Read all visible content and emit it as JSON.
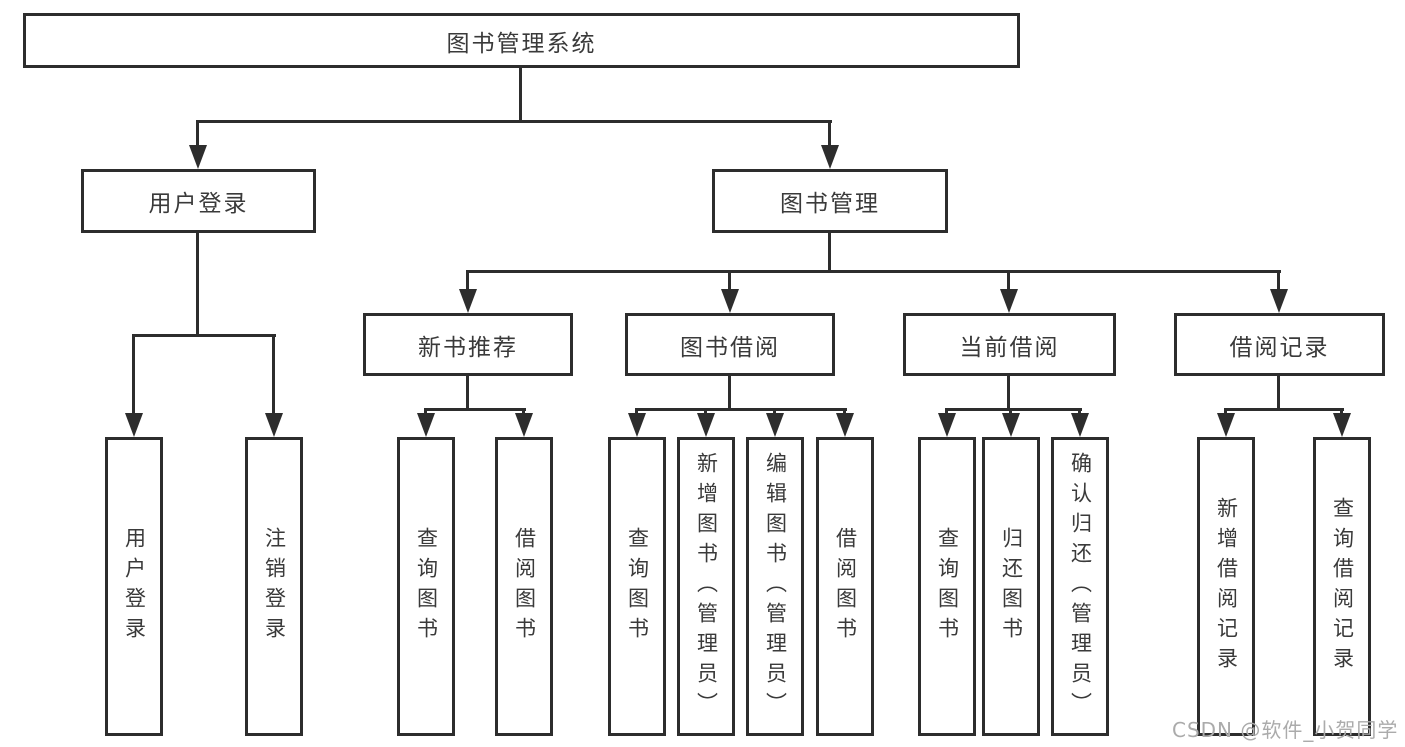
{
  "colors": {
    "line": "#2d2d2d",
    "border": "#2d2d2d",
    "text": "#3a3a3a",
    "background": "#ffffff",
    "watermark": "#ababab"
  },
  "tree": {
    "root": "图书管理系统",
    "login": {
      "label": "用户登录",
      "children": [
        "用户登录",
        "注销登录"
      ]
    },
    "mgmt": {
      "label": "图书管理",
      "sections": [
        {
          "label": "新书推荐",
          "children": [
            "查询图书",
            "借阅图书"
          ]
        },
        {
          "label": "图书借阅",
          "children": [
            "查询图书",
            "新增图书（管理员）",
            "编辑图书（管理员）",
            "借阅图书"
          ]
        },
        {
          "label": "当前借阅",
          "children": [
            "查询图书",
            "归还图书",
            "确认归还（管理员）"
          ]
        },
        {
          "label": "借阅记录",
          "children": [
            "新增借阅记录",
            "查询借阅记录"
          ]
        }
      ]
    }
  },
  "watermark": "CSDN @软件_小贺同学"
}
